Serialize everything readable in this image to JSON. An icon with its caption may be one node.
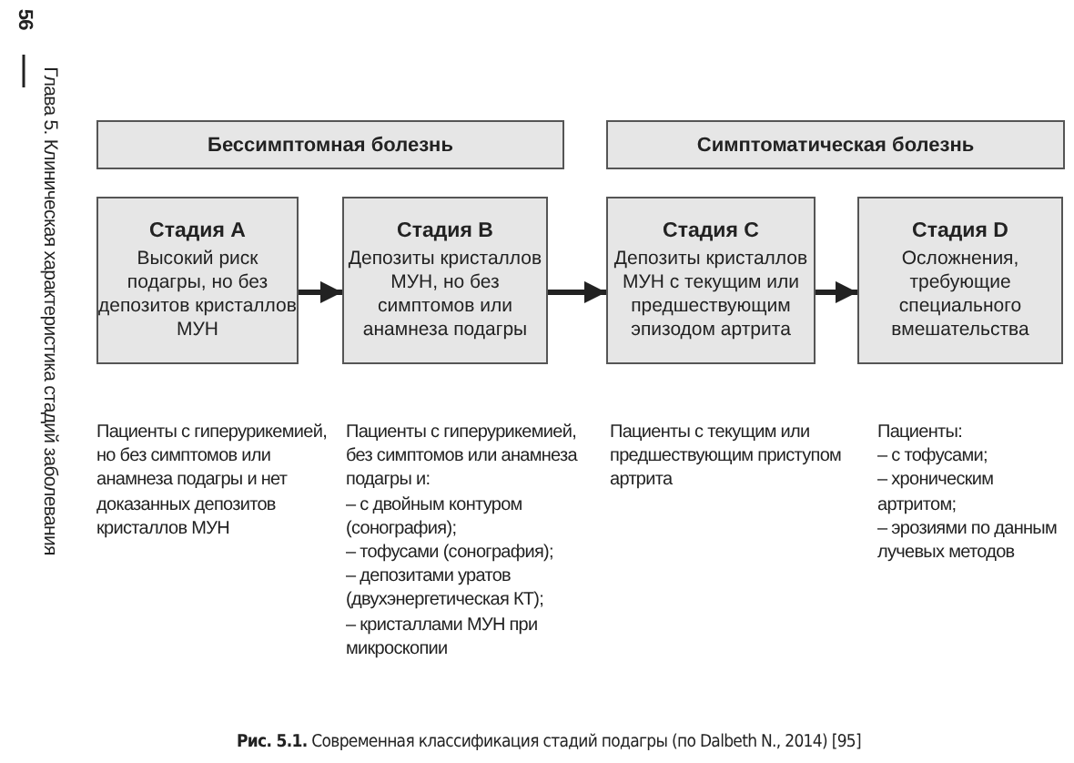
{
  "diagram": {
    "caption": "**Рис. 5.1.** Современная классификация стадий подагры (по Dalbeth N., 2014) [95]",
    "nodes": [
      {
        "text": [
          "Бессимптомная болезнь"
        ]
      },
      {
        "text": [
          "Симптоматическая болезнь"
        ]
      },
      {
        "text": [
          "Стадия А",
          "Высокий риск подагры, но без депозитов кристаллов МУН"
        ]
      },
      {
        "text": [
          "Стадия В",
          "Депозиты кристаллов МУН, но без симптомов или анамнеза подагры"
        ]
      },
      {
        "text": [
          "Стадия С",
          "Депозиты кристаллов МУН с текущим или предшествующим эпизодом артрита"
        ]
      },
      {
        "text": [
          "Стадия D",
          "Осложнения, требующие специального вмешательства"
        ]
      }
    ],
    "edges": [
      {
        "from": 2,
        "to": 3,
        "arrow": "to"
      },
      {
        "from": 3,
        "to": 4,
        "arrow": "to"
      },
      {
        "from": 4,
        "to": 5,
        "arrow": "to"
      }
    ],
    "labels": [
      "56",
      "Глава 5. Клиническая характеристика стадий заболевания",
      "Пациенты с гиперурикемией, но без симптомов или анамнеза подагры и нет доказанных депозитов кристаллов МУН",
      "Пациенты с гиперурикемией, без симптомов или анамнеза подагры и:",
      "– с двойным контуром (сонография);",
      "– тофусами (сонография);",
      "– депозитами уратов (двухэнергетическая КТ);",
      "– кристаллами МУН при микроскопии",
      "Пациенты с текущим или предшествующим приступом артрита",
      "Пациенты:",
      "– с тофусами;",
      "– хроническим артритом;",
      "– эрозиями по данным лучевых методов"
    ]
  }
}
